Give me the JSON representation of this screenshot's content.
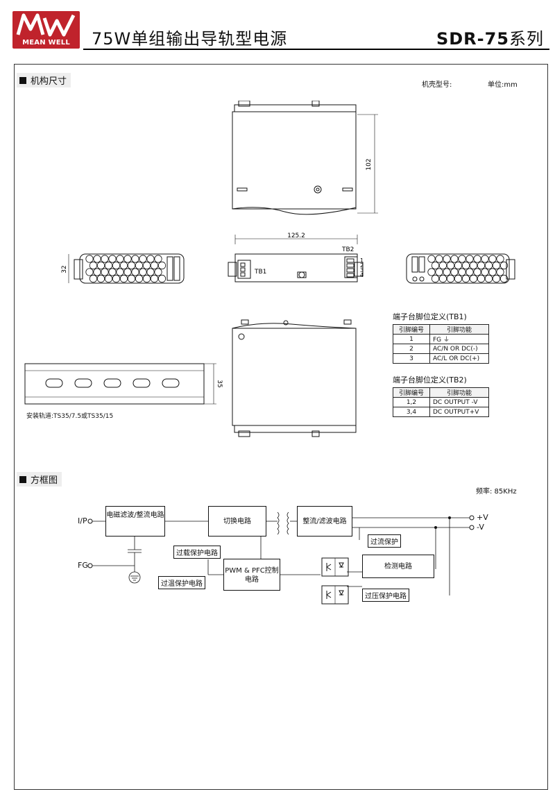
{
  "header": {
    "logo_text": "MEAN WELL",
    "logo_mark": "MW",
    "title": "75W单组输出导轨型电源",
    "series_model": "SDR-75",
    "series_suffix": "系列"
  },
  "mechanical": {
    "section_title": "机构尺寸",
    "case_label": "机壳型号:",
    "unit_label": "单位:mm",
    "dim_height": "102",
    "dim_width": "125.2",
    "dim_depth": "32",
    "dim_rail": "35",
    "tb1_label": "TB1",
    "tb2_label": "TB2",
    "tb2_pins": [
      "1",
      "2",
      "3",
      "4"
    ],
    "rail_caption": "安装轨道:TS35/7.5或TS35/15"
  },
  "pin_tables": [
    {
      "title": "端子台脚位定义(TB1)",
      "headers": [
        "引脚编号",
        "引脚功能"
      ],
      "rows": [
        [
          "1",
          "FG ⏚"
        ],
        [
          "2",
          "AC/N OR DC(-)"
        ],
        [
          "3",
          "AC/L OR DC(+)"
        ]
      ]
    },
    {
      "title": "端子台脚位定义(TB2)",
      "headers": [
        "引脚编号",
        "引脚功能"
      ],
      "rows": [
        [
          "1,2",
          "DC OUTPUT -V"
        ],
        [
          "3,4",
          "DC OUTPUT+V"
        ]
      ]
    }
  ],
  "block": {
    "section_title": "方框图",
    "freq": "频率: 85KHz",
    "ip": "I/P",
    "fg": "FG",
    "emi": "电磁滤波/整流电路",
    "switch": "切换电路",
    "rect": "整流/滤波电路",
    "pwm": "PWM & PFC控制电路",
    "detect": "检测电路",
    "olp": "过载保护电路",
    "ocp": "过流保护",
    "otp": "过温保护电路",
    "ovp": "过压保护电路",
    "out_pos": "+V",
    "out_neg": "-V"
  }
}
